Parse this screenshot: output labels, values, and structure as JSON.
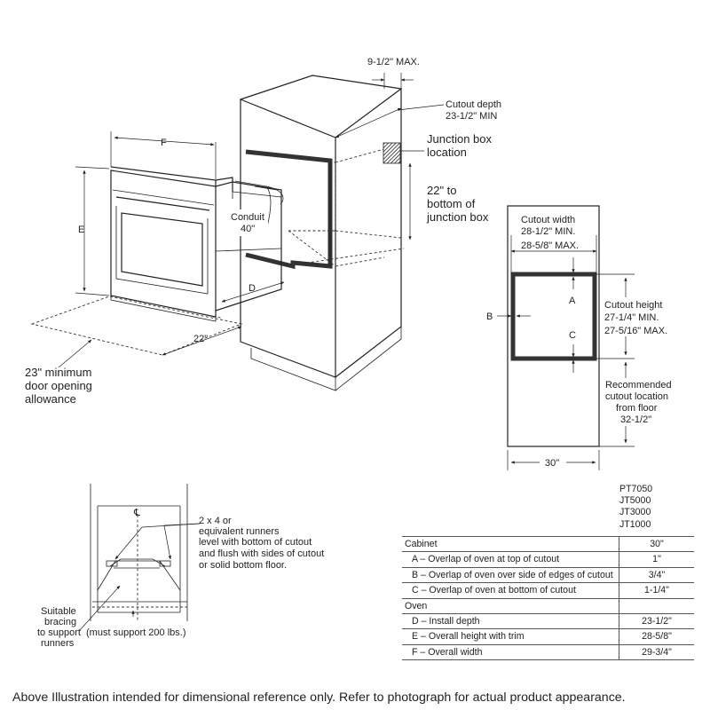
{
  "top_dims": {
    "max_width": "9-1/2\" MAX.",
    "cutout_depth_line1": "Cutout depth",
    "cutout_depth_line2": "23-1/2\" MIN",
    "junction_box_line1": "Junction box",
    "junction_box_line2": "location",
    "junction_height_line1": "22\" to",
    "junction_height_line2": "bottom of",
    "junction_height_line3": "junction box",
    "f_label": "F",
    "e_label": "E",
    "d_label": "D",
    "conduit_line1": "Conduit",
    "conduit_line2": "40\"",
    "door_clear": "22\"",
    "door_allow_line1": "23\" minimum",
    "door_allow_line2": "door opening",
    "door_allow_line3": "allowance"
  },
  "front_view": {
    "cutout_width_line1": "Cutout width",
    "cutout_width_line2": "28-1/2\" MIN.",
    "cutout_width_line3": "28-5/8\" MAX.",
    "a_label": "A",
    "b_label": "B",
    "c_label": "C",
    "cutout_height_line1": "Cutout height",
    "cutout_height_line2": "27-1/4\" MIN.",
    "cutout_height_line3": "27-5/16\" MAX.",
    "recommended_line1": "Recommended",
    "recommended_line2": "cutout location",
    "recommended_line3": "from floor",
    "recommended_line4": "32-1/2\"",
    "width_30": "30\""
  },
  "runners": {
    "centerline": "℄",
    "note_line1": "2 x 4 or",
    "note_line2": "equivalent runners",
    "note_line3": "level with bottom of cutout",
    "note_line4": "and flush with sides of cutout",
    "note_line5": "or solid bottom floor.",
    "bracing_line1": "Suitable",
    "bracing_line2": "bracing",
    "bracing_line3": "to support",
    "bracing_line4": "runners",
    "support_note": "(must support 200 lbs.)"
  },
  "table": {
    "models": [
      "PT7050",
      "JT5000",
      "JT3000",
      "JT1000"
    ],
    "rows": [
      {
        "label": "Cabinet",
        "value": "30\"",
        "indent": false
      },
      {
        "label": "A – Overlap of oven at top of cutout",
        "value": "1\"",
        "indent": true
      },
      {
        "label": "B – Overlap of oven over side of edges of cutout",
        "value": "3/4\"",
        "indent": true
      },
      {
        "label": "C – Overlap of oven at bottom of cutout",
        "value": "1-1/4\"",
        "indent": true
      },
      {
        "label": "Oven",
        "value": "",
        "indent": false
      },
      {
        "label": "D – Install depth",
        "value": "23-1/2\"",
        "indent": true
      },
      {
        "label": "E – Overall height with trim",
        "value": "28-5/8\"",
        "indent": true
      },
      {
        "label": "F – Overall width",
        "value": "29-3/4\"",
        "indent": true
      }
    ]
  },
  "footer": "Above Illustration intended for dimensional reference only. Refer to photograph for actual product appearance."
}
